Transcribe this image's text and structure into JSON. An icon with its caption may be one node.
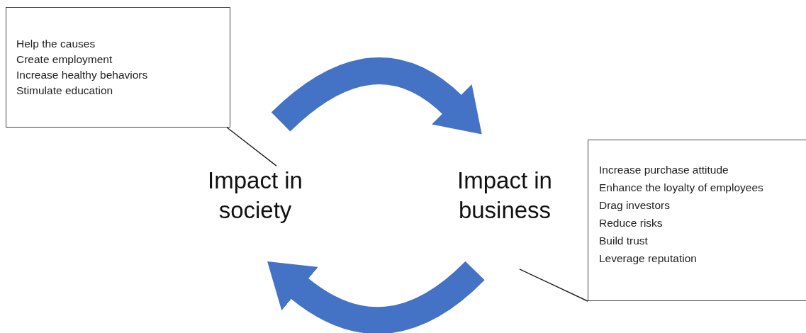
{
  "diagram": {
    "nodes": [
      {
        "text": [
          "Impact in society"
        ]
      },
      {
        "text": [
          "Impact in business"
        ]
      },
      {
        "text": [
          "Help the causes",
          "Create employment",
          "Increase healthy behaviors",
          "Stimulate education"
        ]
      },
      {
        "text": [
          "Increase purchase attitude",
          "Enhance the loyalty of employees",
          "Drag investors",
          "Reduce risks",
          "Build trust",
          "Leverage reputation"
        ]
      }
    ],
    "edges": [
      {
        "from": 0,
        "to": 1,
        "arrow": "to",
        "style": "thick",
        "color": "#4472c4"
      },
      {
        "from": 1,
        "to": 0,
        "arrow": "to",
        "style": "thick",
        "color": "#4472c4"
      },
      {
        "from": 2,
        "to": 0,
        "arrow": "none",
        "color": "#222222"
      },
      {
        "from": 3,
        "to": 1,
        "arrow": "none",
        "color": "#222222"
      }
    ]
  }
}
